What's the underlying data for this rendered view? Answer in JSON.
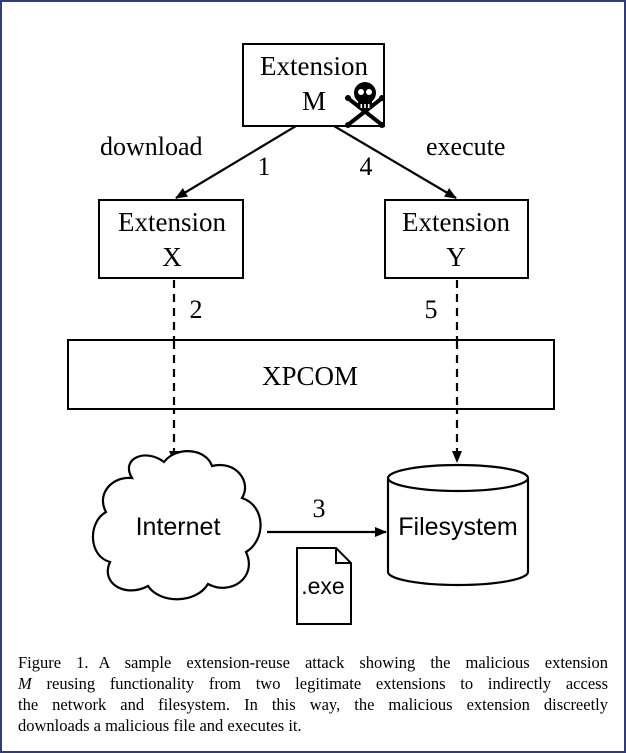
{
  "nodes": {
    "ext_m": {
      "line1": "Extension",
      "line2": "M"
    },
    "ext_x": {
      "line1": "Extension",
      "line2": "X"
    },
    "ext_y": {
      "line1": "Extension",
      "line2": "Y"
    },
    "xpcom": "XPCOM",
    "internet": "Internet",
    "filesystem": "Filesystem",
    "exe_file": ".exe"
  },
  "edges": {
    "download_label": "download",
    "execute_label": "execute",
    "step1": "1",
    "step2": "2",
    "step3": "3",
    "step4": "4",
    "step5": "5"
  },
  "icons": {
    "malicious": "skull-crossbones-icon",
    "file": "file-icon"
  },
  "caption": {
    "label": "Figure 1.",
    "line1": "A sample extension-reuse attack showing the malicious extension",
    "line2_em": "M",
    "line2": " reusing functionality from two legitimate extensions to indirectly access",
    "line3": "the network and filesystem. In this way, the malicious extension discreetly",
    "line4": "downloads a malicious file and executes it."
  },
  "colors": {
    "border": "#2f3b7a",
    "ink": "#000000"
  }
}
